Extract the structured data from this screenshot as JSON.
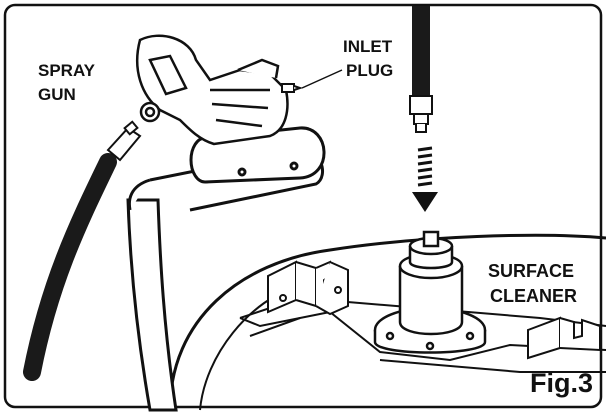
{
  "labels": {
    "spray": "SPRAY",
    "gun": "GUN",
    "inlet": "INLET",
    "plug": "PLUG",
    "surface": "SURFACE",
    "cleaner": "CLEANER",
    "figure": "Fig.3"
  },
  "colors": {
    "line": "#111111",
    "hose": "#1a1a1a",
    "paper": "#ffffff"
  }
}
